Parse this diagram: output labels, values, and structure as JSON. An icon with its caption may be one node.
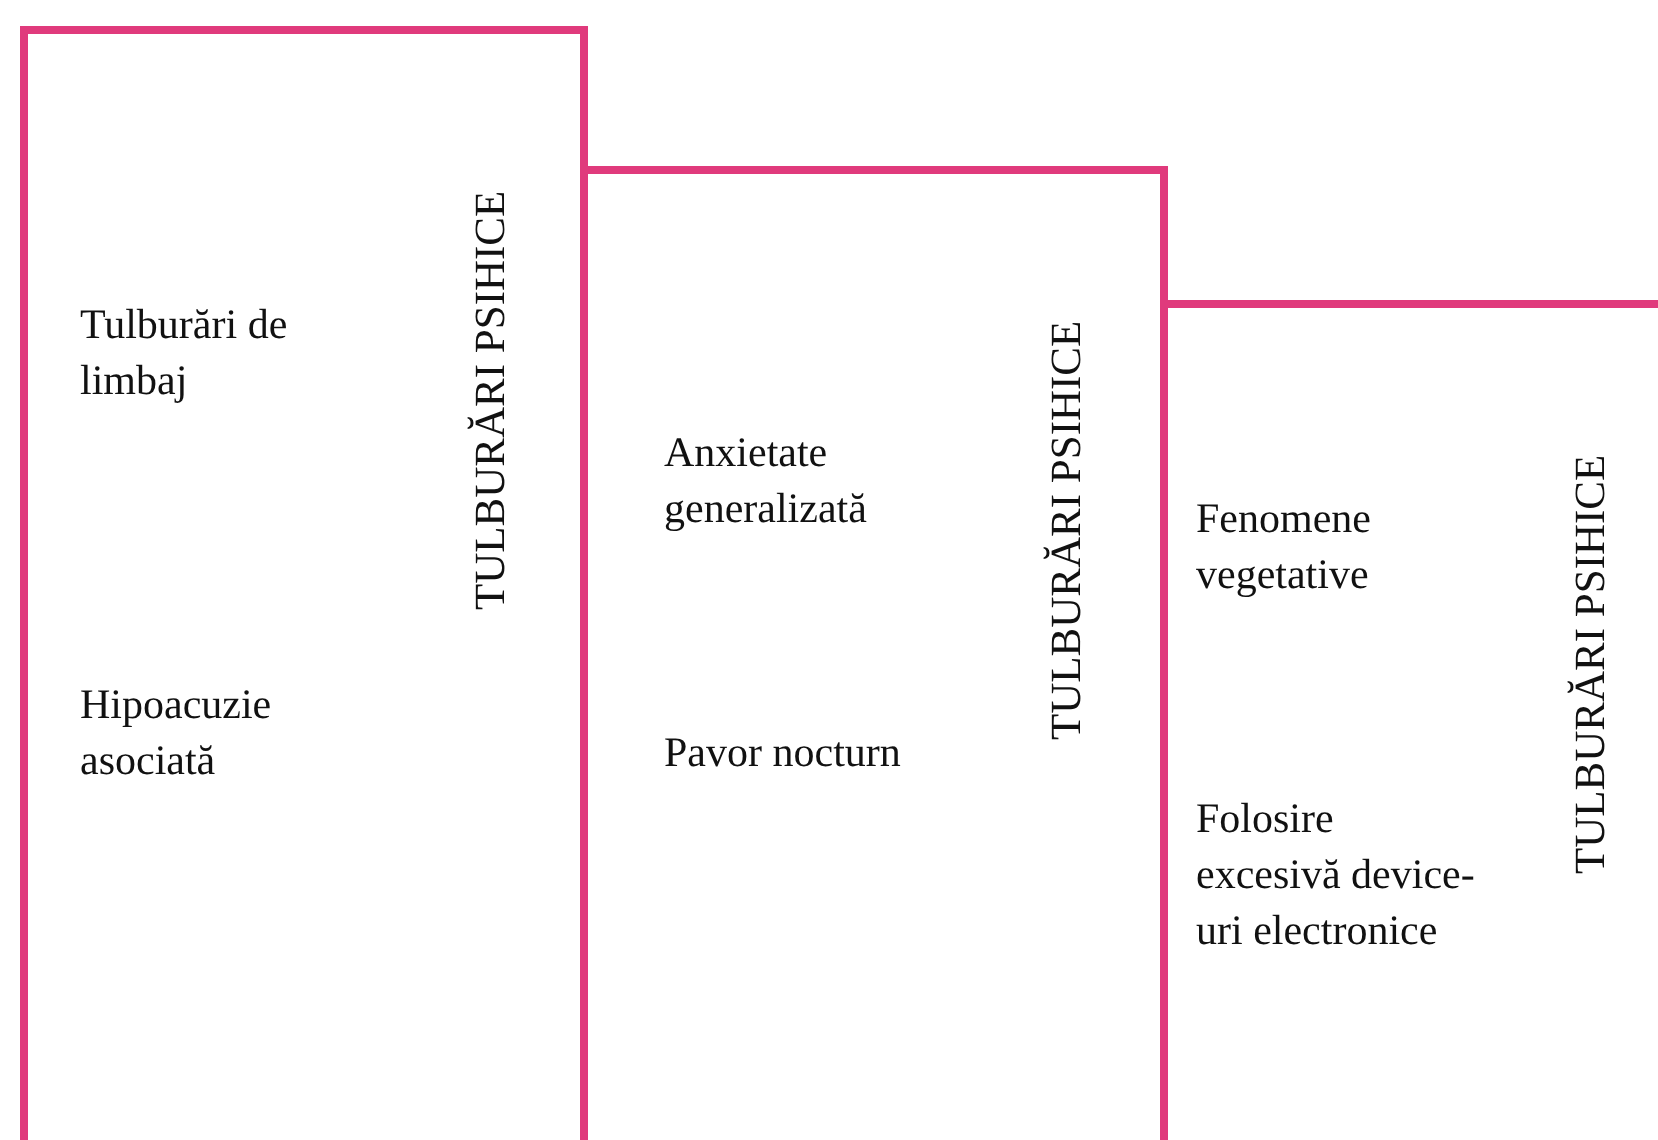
{
  "diagram": {
    "nodes": [
      {
        "text": [
          "Tulburări de limbaj",
          "Hipoacuzie asociată",
          "TULBURĂRI PSIHICE"
        ]
      },
      {
        "text": [
          "Anxietate generalizată",
          "Pavor nocturn",
          "TULBURĂRI PSIHICE"
        ]
      },
      {
        "text": [
          "Fenomene vegetative",
          "Folosire excesivă device-uri electronice",
          "TULBURĂRI PSIHICE"
        ]
      }
    ]
  }
}
